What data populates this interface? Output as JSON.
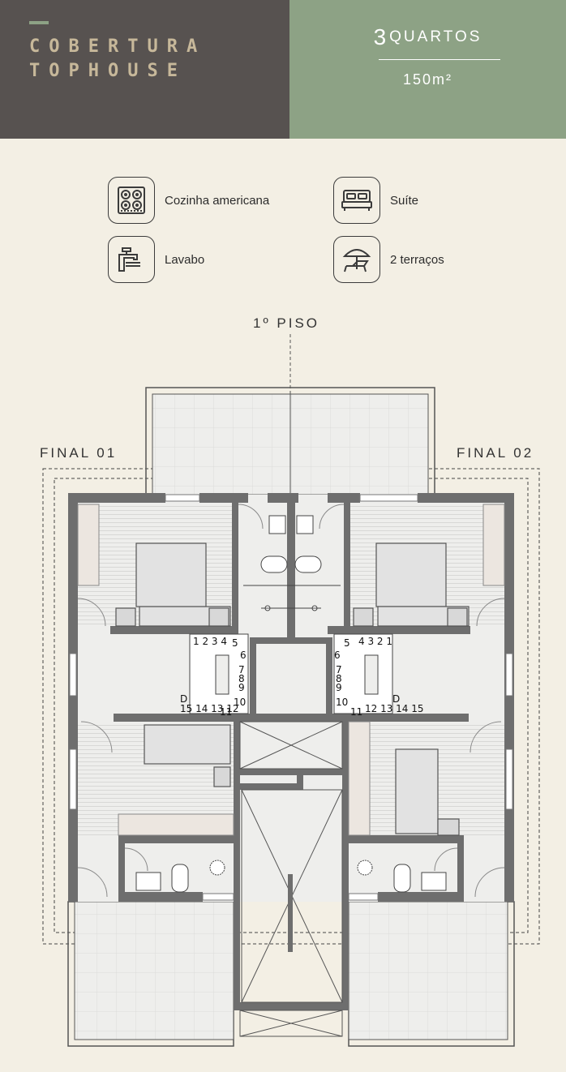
{
  "header": {
    "title_line1": "COBERTURA",
    "title_line2": "TOPHOUSE",
    "rooms_number": "3",
    "rooms_word": "QUARTOS",
    "area": "150m²"
  },
  "features": [
    {
      "icon": "stove-icon",
      "label": "Cozinha americana"
    },
    {
      "icon": "bed-icon",
      "label": "Suíte"
    },
    {
      "icon": "faucet-icon",
      "label": "Lavabo"
    },
    {
      "icon": "sunbed-umbrella-icon",
      "label": "2 terraços"
    }
  ],
  "plan": {
    "floor_label": "1º PISO",
    "final_left": "FINAL 01",
    "final_right": "FINAL 02",
    "stairs_left": [
      "1",
      "2",
      "3",
      "4",
      "5",
      "6",
      "7",
      "8",
      "9",
      "10",
      "11",
      "12",
      "13",
      "14",
      "15",
      "D"
    ],
    "stairs_right": [
      "1",
      "2",
      "3",
      "4",
      "5",
      "6",
      "7",
      "8",
      "9",
      "10",
      "11",
      "12",
      "13",
      "14",
      "15",
      "D"
    ]
  },
  "colors": {
    "header_dark": "#575250",
    "header_green": "#8da285",
    "title_gold": "#c7b89a",
    "background": "#f3efe4",
    "wall": "#6e6e6e",
    "floor": "#eeeeec"
  }
}
